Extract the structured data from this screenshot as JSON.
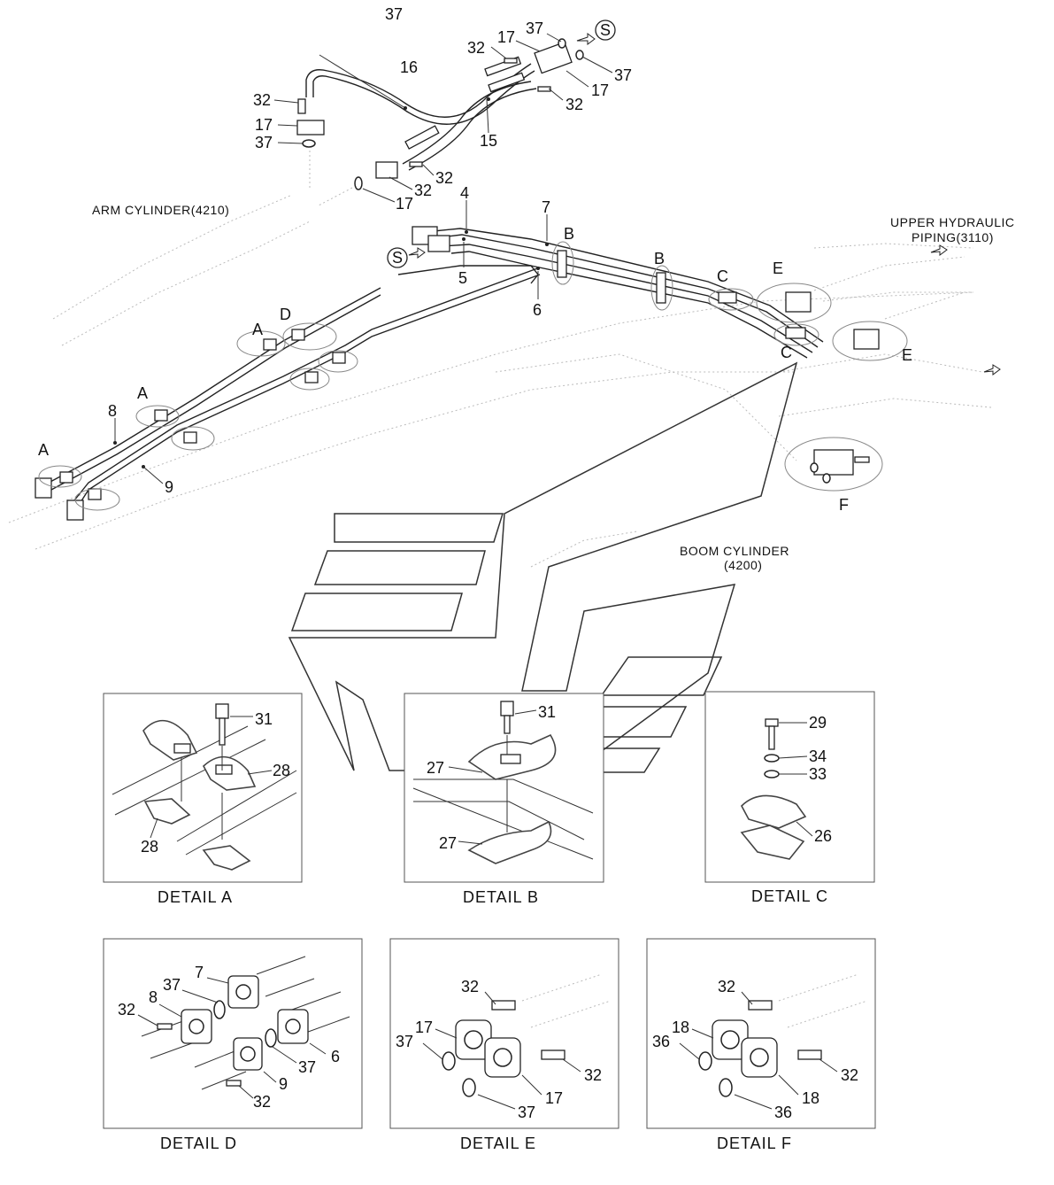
{
  "labels": {
    "arm_cylinder": "ARM CYLINDER(4210)",
    "upper_piping_1": "UPPER HYDRAULIC",
    "upper_piping_2": "PIPING(3110)",
    "boom_cylinder_1": "BOOM CYLINDER",
    "boom_cylinder_2": "(4200)",
    "s_marker": "S"
  },
  "callouts": {
    "top": [
      "37",
      "17",
      "32",
      "16",
      "32",
      "17",
      "37",
      "15",
      "32",
      "17",
      "37",
      "32",
      "32",
      "17",
      "37"
    ],
    "main": [
      "4",
      "7",
      "5",
      "6",
      "8",
      "9",
      "A",
      "A",
      "A",
      "B",
      "B",
      "C",
      "C",
      "D",
      "E",
      "E",
      "F"
    ]
  },
  "details": {
    "a": {
      "title": "DETAIL  A",
      "labels": [
        "31",
        "28",
        "28"
      ]
    },
    "b": {
      "title": "DETAIL  B",
      "labels": [
        "31",
        "27",
        "27"
      ]
    },
    "c": {
      "title": "DETAIL  C",
      "labels": [
        "29",
        "34",
        "33",
        "26"
      ]
    },
    "d": {
      "title": "DETAIL  D",
      "labels": [
        "7",
        "37",
        "8",
        "32",
        "6",
        "37",
        "9",
        "32"
      ]
    },
    "e": {
      "title": "DETAIL  E",
      "labels": [
        "32",
        "17",
        "37",
        "32",
        "17",
        "37"
      ]
    },
    "f": {
      "title": "DETAIL  F",
      "labels": [
        "32",
        "18",
        "36",
        "32",
        "18",
        "36"
      ]
    }
  }
}
